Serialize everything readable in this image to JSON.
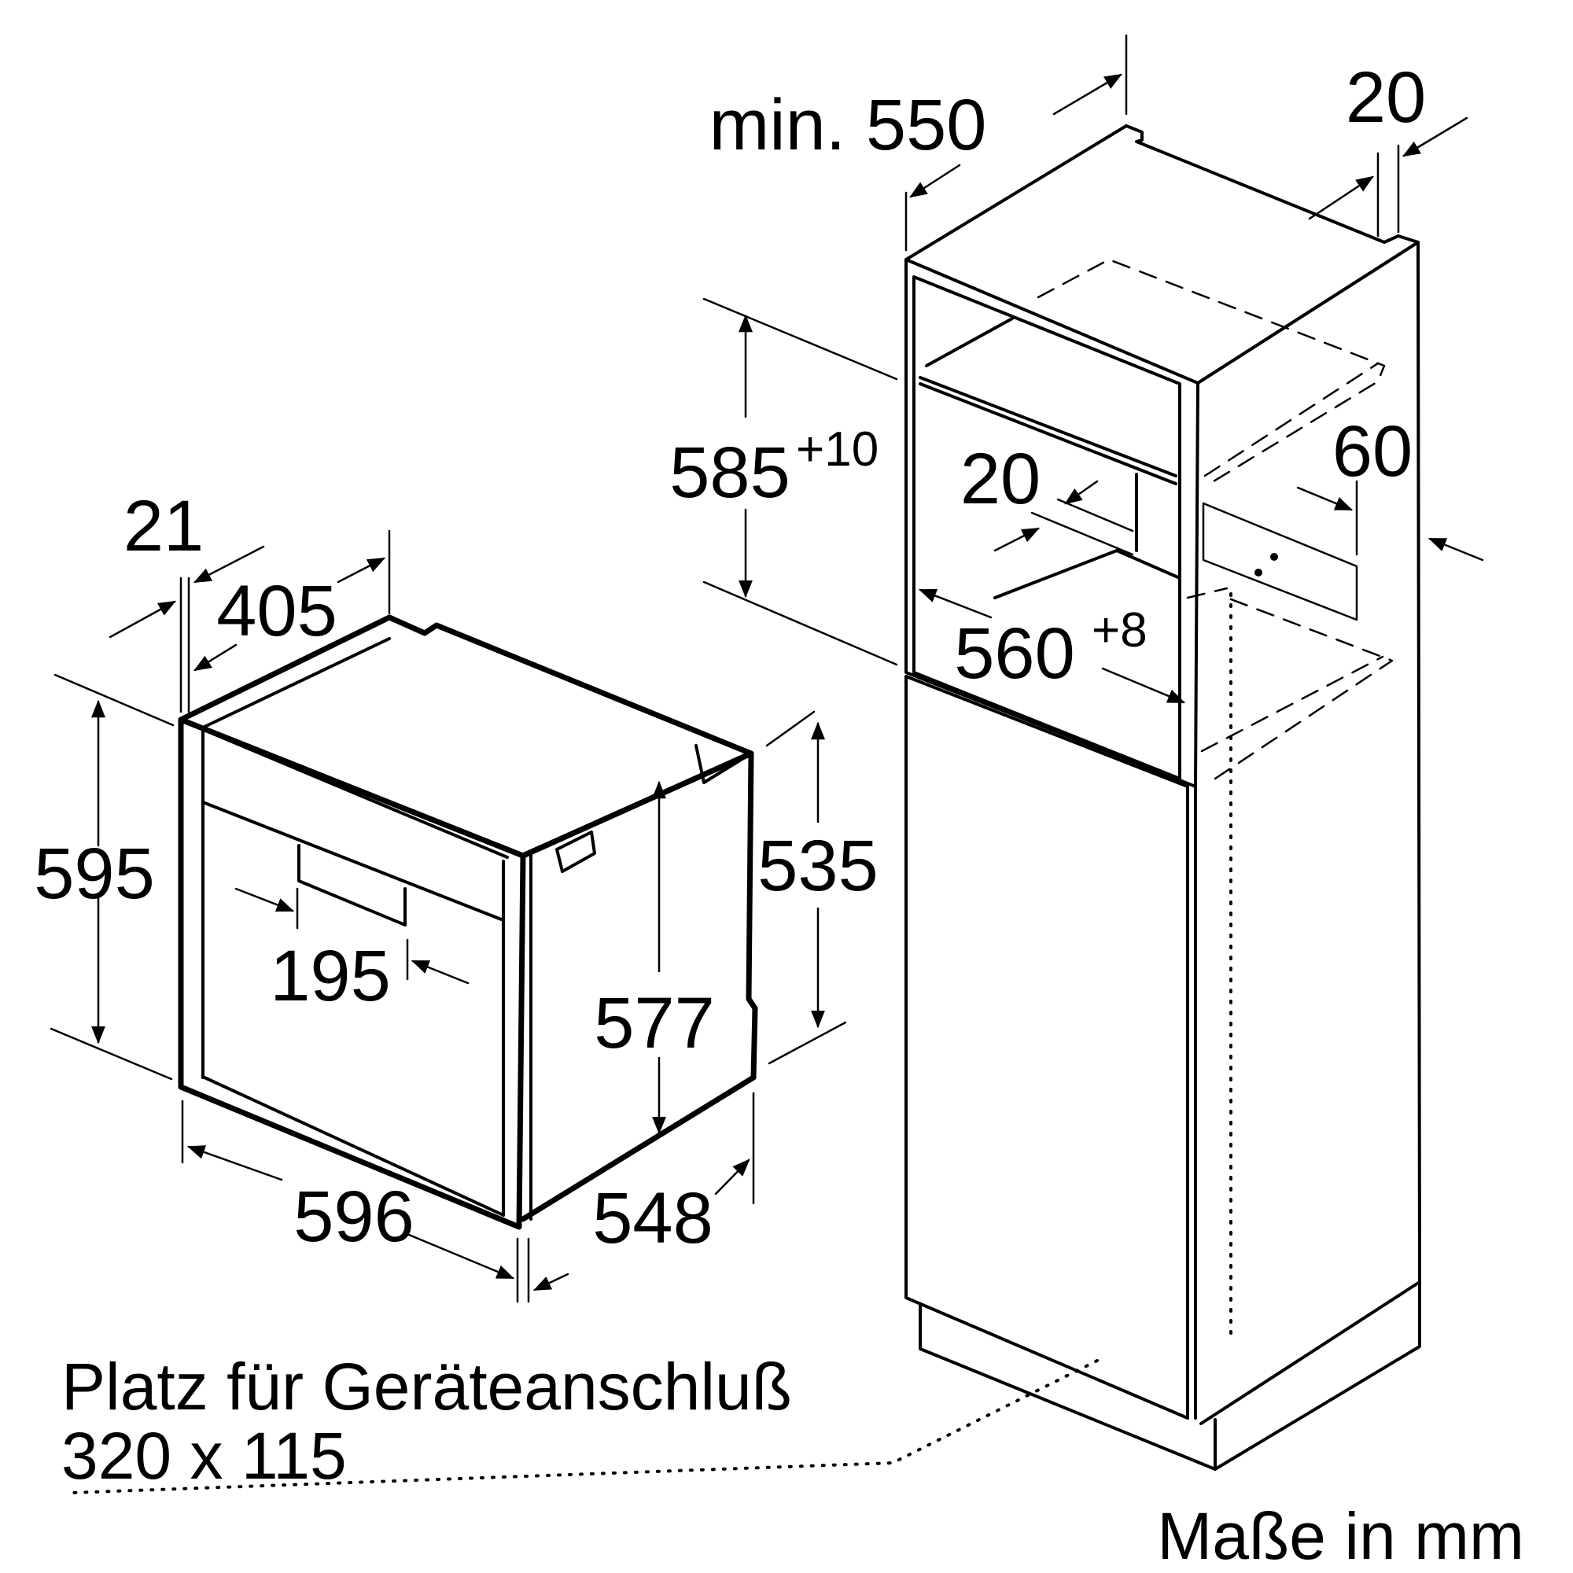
{
  "dimensions": {
    "oven_height": "595",
    "oven_top_offset": "21",
    "oven_depth_top": "405",
    "oven_body_height": "535",
    "oven_inner_height": "577",
    "handle_offset": "195",
    "oven_width": "596",
    "oven_depth": "548",
    "cabinet_min_depth": "min. 550",
    "cabinet_back_gap": "20",
    "niche_height": "585",
    "niche_height_tol": "+10",
    "shelf_offset": "20",
    "vent_depth": "60",
    "niche_width": "560",
    "niche_width_tol": "+8"
  },
  "notes": {
    "connection_line1": "Platz für Geräteanschluß",
    "connection_line2": "320 x 115",
    "units": "Maße in mm"
  }
}
